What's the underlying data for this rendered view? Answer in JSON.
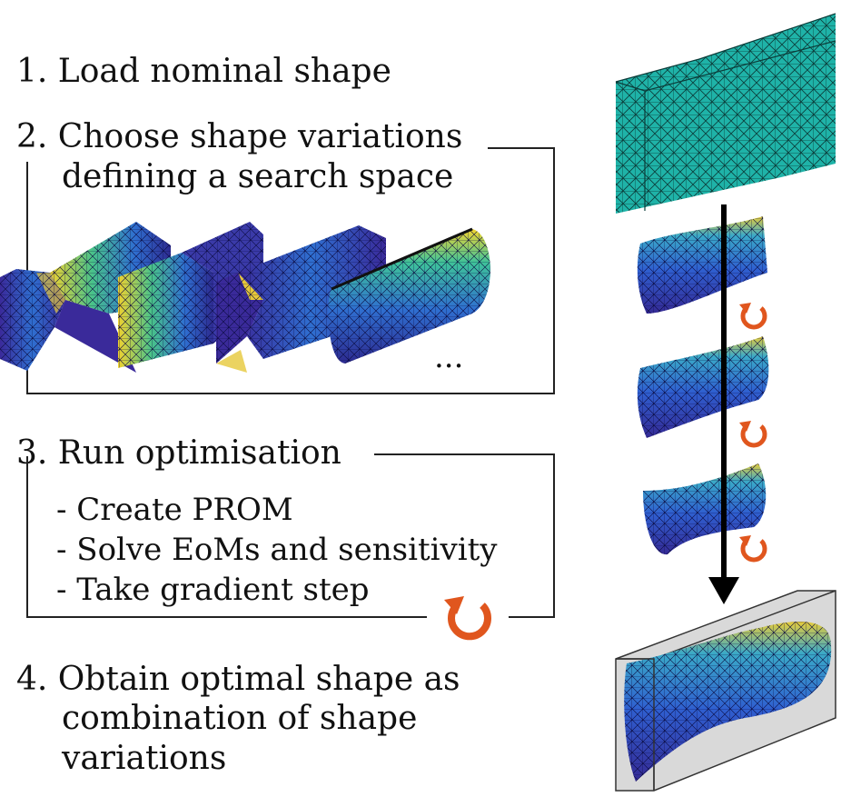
{
  "steps": {
    "step1": "1. Load nominal shape",
    "step2_line1": "2. Choose shape variations",
    "step2_line2": "defining a search space",
    "step3": "3. Run optimisation",
    "step3_items": [
      "- Create PROM",
      "- Solve EoMs and sensitivity",
      "- Take gradient step"
    ],
    "step4_line1": "4. Obtain optimal shape as",
    "step4_line2": "combination of shape",
    "step4_line3": "variations"
  },
  "ellipsis": "...",
  "colors": {
    "frame": "#222222",
    "nominal_mesh": "#1fb3a8",
    "mesh_dark": "#2a1f8f",
    "mesh_mid": "#2a7fd0",
    "mesh_high": "#e8d23a",
    "cycle_icon": "#e0561e",
    "arrow": "#000000",
    "bounding_box": "#d9d9d9"
  },
  "icons": [
    "cycle-arrow-icon",
    "down-arrow-icon"
  ]
}
